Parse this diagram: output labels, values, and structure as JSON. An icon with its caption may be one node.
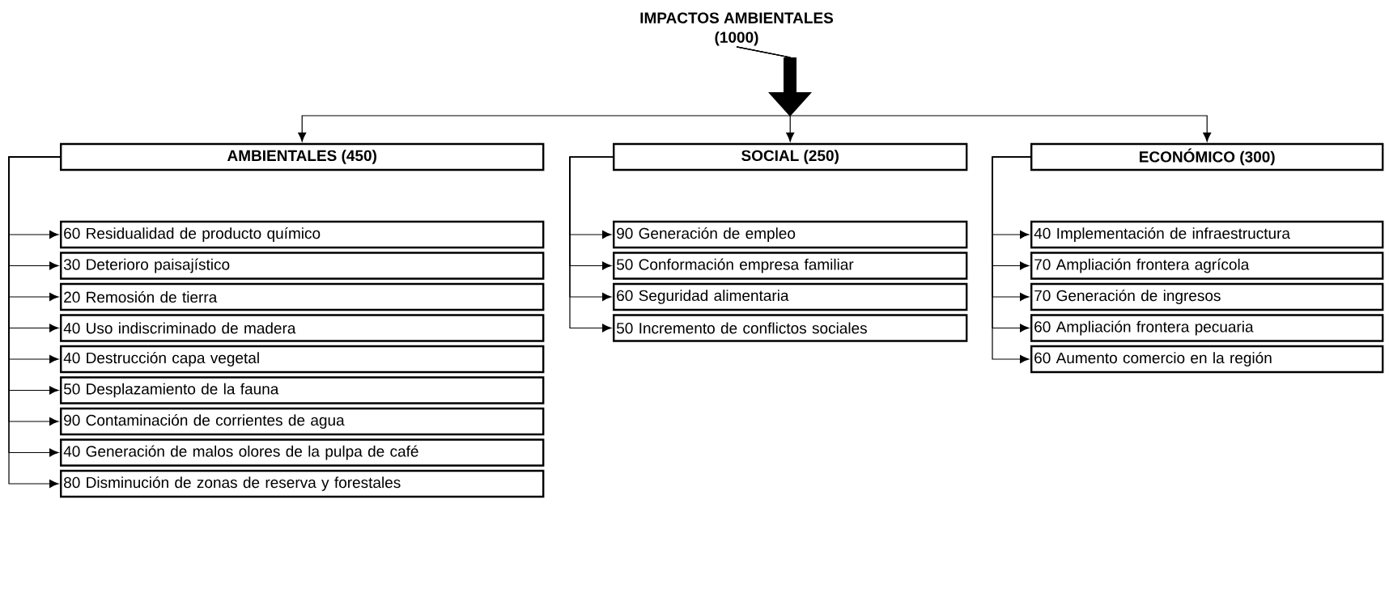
{
  "diagram": {
    "nodes": [
      {
        "text": [
          "IMPACTOS AMBIENTALES",
          "(1000)"
        ]
      },
      {
        "text": [
          "AMBIENTALES (450)"
        ]
      },
      {
        "text": [
          "SOCIAL (250)"
        ]
      },
      {
        "text": [
          "ECONÓMICO (300)"
        ]
      },
      {
        "text": [
          "60 Residualidad de producto químico"
        ]
      },
      {
        "text": [
          "30 Deterioro paisajístico"
        ]
      },
      {
        "text": [
          "20 Remosión de tierra"
        ]
      },
      {
        "text": [
          "40 Uso indiscriminado de madera"
        ]
      },
      {
        "text": [
          "40 Destrucción capa vegetal"
        ]
      },
      {
        "text": [
          "50 Desplazamiento de la fauna"
        ]
      },
      {
        "text": [
          "90 Contaminación de corrientes de agua"
        ]
      },
      {
        "text": [
          "40 Generación de malos olores de la pulpa de café"
        ]
      },
      {
        "text": [
          "80 Disminución de zonas de reserva y forestales"
        ]
      },
      {
        "text": [
          "90 Generación de empleo"
        ]
      },
      {
        "text": [
          "50 Conformación empresa familiar"
        ]
      },
      {
        "text": [
          "60 Seguridad alimentaria"
        ]
      },
      {
        "text": [
          "50 Incremento de conflictos sociales"
        ]
      },
      {
        "text": [
          "40 Implementación de infraestructura"
        ]
      },
      {
        "text": [
          "70 Ampliación frontera agrícola"
        ]
      },
      {
        "text": [
          "70 Generación de ingresos"
        ]
      },
      {
        "text": [
          "60 Ampliación frontera pecuaria"
        ]
      },
      {
        "text": [
          "60 Aumento comercio en la región"
        ]
      }
    ],
    "edges": [
      {
        "from": 0,
        "to": 1,
        "arrow": "to"
      },
      {
        "from": 0,
        "to": 2,
        "arrow": "to"
      },
      {
        "from": 0,
        "to": 3,
        "arrow": "to"
      },
      {
        "from": 1,
        "to": 4,
        "arrow": "to"
      },
      {
        "from": 1,
        "to": 5,
        "arrow": "to"
      },
      {
        "from": 1,
        "to": 6,
        "arrow": "to"
      },
      {
        "from": 1,
        "to": 7,
        "arrow": "to"
      },
      {
        "from": 1,
        "to": 8,
        "arrow": "to"
      },
      {
        "from": 1,
        "to": 9,
        "arrow": "to"
      },
      {
        "from": 1,
        "to": 10,
        "arrow": "to"
      },
      {
        "from": 1,
        "to": 11,
        "arrow": "to"
      },
      {
        "from": 1,
        "to": 12,
        "arrow": "to"
      },
      {
        "from": 2,
        "to": 13,
        "arrow": "to"
      },
      {
        "from": 2,
        "to": 14,
        "arrow": "to"
      },
      {
        "from": 2,
        "to": 15,
        "arrow": "to"
      },
      {
        "from": 2,
        "to": 16,
        "arrow": "to"
      },
      {
        "from": 3,
        "to": 17,
        "arrow": "to"
      },
      {
        "from": 3,
        "to": 18,
        "arrow": "to"
      },
      {
        "from": 3,
        "to": 19,
        "arrow": "to"
      },
      {
        "from": 3,
        "to": 20,
        "arrow": "to"
      },
      {
        "from": 3,
        "to": 21,
        "arrow": "to"
      }
    ]
  }
}
